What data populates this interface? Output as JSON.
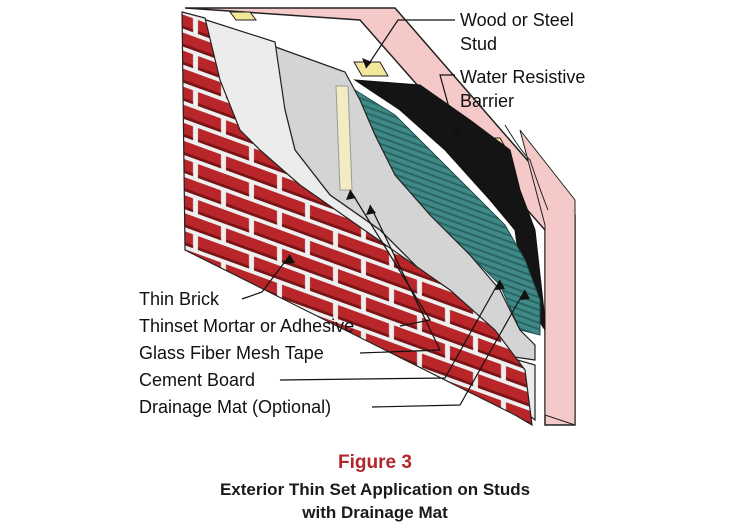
{
  "labels": {
    "wood_steel_stud_line1": "Wood or Steel",
    "wood_steel_stud_line2": "Stud",
    "water_barrier_line1": "Water Resistive",
    "water_barrier_line2": "Barrier",
    "thin_brick": "Thin Brick",
    "thinset_mortar": "Thinset Mortar or Adhesive",
    "mesh_tape": "Glass Fiber Mesh Tape",
    "cement_board": "Cement Board",
    "drainage_mat": "Drainage Mat (Optional)"
  },
  "caption": {
    "figure": "Figure 3",
    "line1": "Exterior Thin Set Application on Studs",
    "line2": "with Drainage Mat"
  },
  "colors": {
    "brick": "#b8262a",
    "mortar": "#f0f0f0",
    "cement_board": "#d4d4d4",
    "drainage_mat": "#3f8a86",
    "barrier": "#141414",
    "insulation": "#f6c9c9",
    "stud": "#f3e79a",
    "caption_red": "#b3262b"
  }
}
